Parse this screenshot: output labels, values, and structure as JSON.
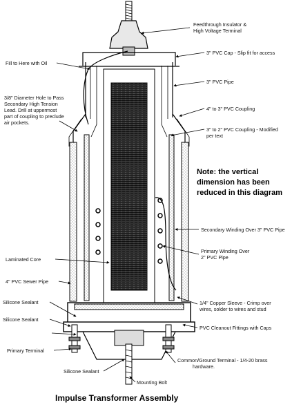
{
  "labels": {
    "feedthrough_1": "Feedthrough Insulator &",
    "feedthrough_2": "High Voltage Terminal",
    "pvc_cap": "3\" PVC Cap - Slip fit for access",
    "fill_oil": "Fill to Here with Oil",
    "pvc_pipe_3": "3\" PVC Pipe",
    "hole_1": "3/8\" Diameter Hole to Pass",
    "hole_2": "Secondary High Tension",
    "hole_3": "Lead. Drill at uppermost",
    "hole_4": "part of coupling to preclude",
    "hole_5": "air pockets.",
    "coupling_4_3": "4\" to 3\" PVC Coupling",
    "coupling_3_2_1": "3\" to 2\" PVC Coupling - Modified",
    "coupling_3_2_2": "per text",
    "secondary_winding": "Secondary Winding Over 3\" PVC Pipe",
    "primary_winding_1": "Primary Winding Over",
    "primary_winding_2": "2\" PVC Pipe",
    "laminated_core": "Laminated Core",
    "sewer_pipe": "4\" PVC Sewer Pipe",
    "copper_sleeve_1": "1/4\" Copper Sleeve - Crimp over",
    "copper_sleeve_2": "wires, solder to wires and stud",
    "silicone_sealant_1": "Silicone Sealant",
    "silicone_sealant_2": "Silicone Sealant",
    "silicone_sealant_3": "Silicone Sealant",
    "cleanout_fittings": "PVC Cleanout Fittings with Caps",
    "primary_terminal": "Primary Terminal",
    "common_ground_1": "Common/Ground Terminal - 1/4-20 brass",
    "common_ground_2": "hardware.",
    "mounting_bolt": "Mounting Bolt"
  },
  "note": {
    "line1": "Note: the vertical",
    "line2": "dimension has been",
    "line3": "reduced in this diagram"
  },
  "caption": "Impulse Transformer Assembly"
}
